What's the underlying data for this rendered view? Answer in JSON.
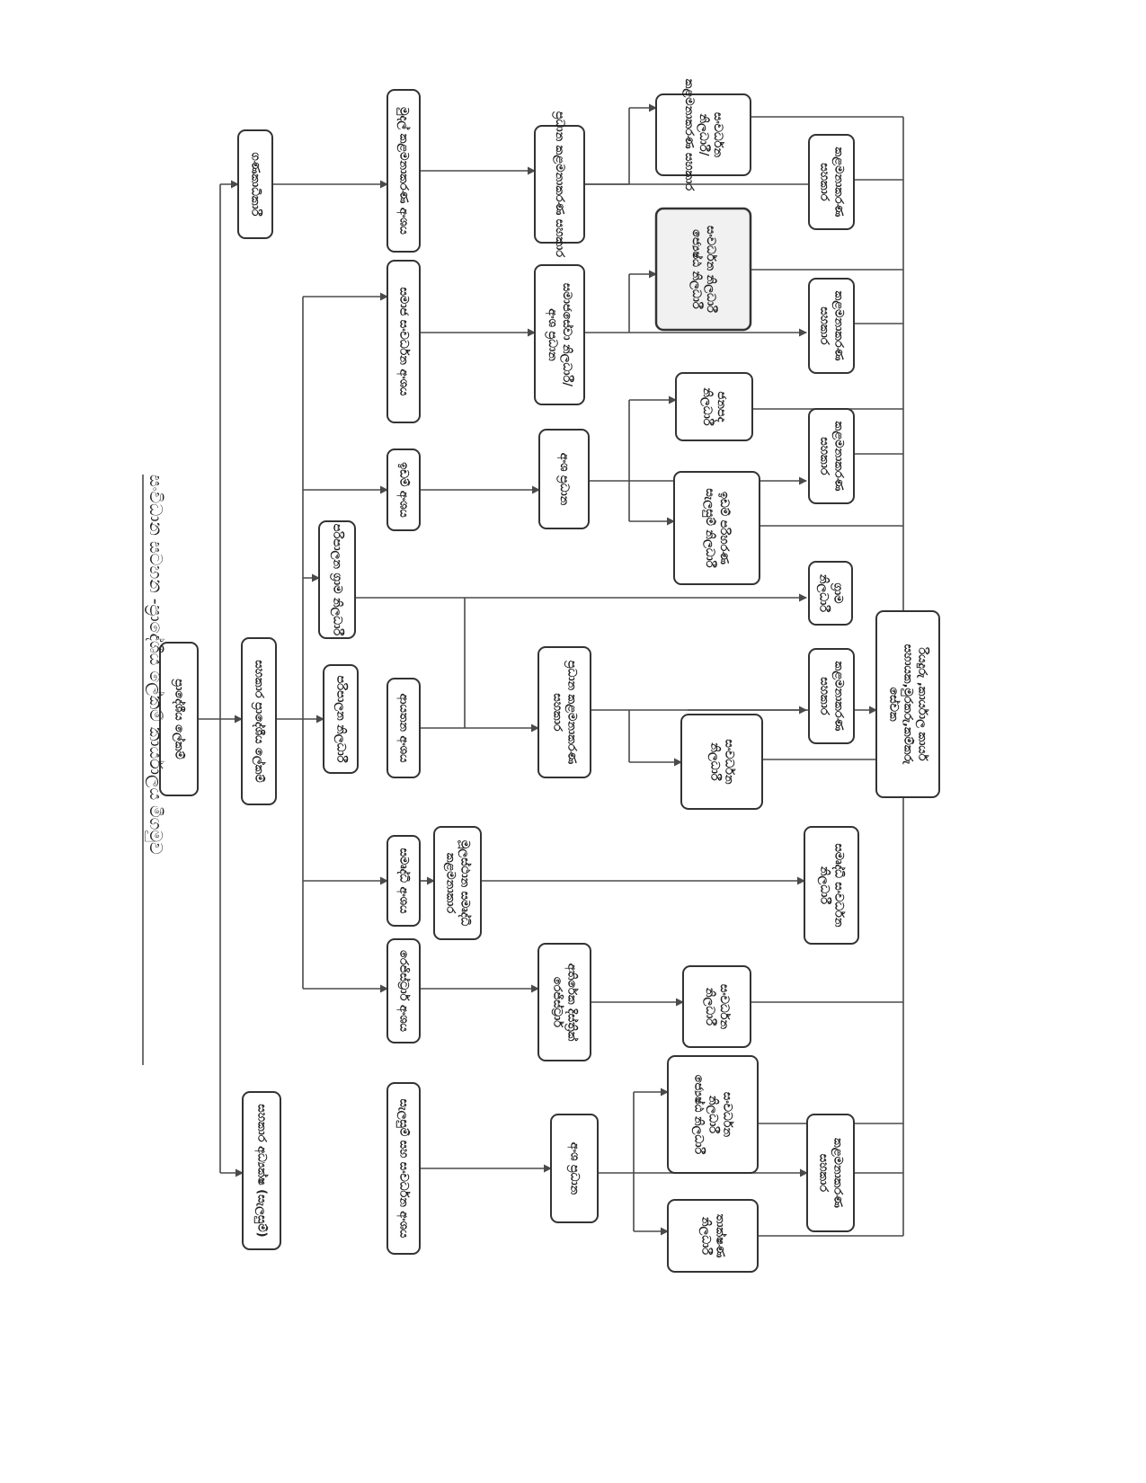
{
  "diagram": {
    "title": "සංවිධාන සටහන -ප්‍රාදේශීය ලේකම් කාර්යාලය මීගමුව",
    "nodes": [
      {
        "id": "n1",
        "text": [
          "ප්‍රාදේශීය ලේකම්"
        ]
      },
      {
        "id": "n2",
        "text": [
          "ගණකාධිකාරී"
        ]
      },
      {
        "id": "n3",
        "text": [
          "සහකාර ප්‍රාදේශීය ලේකම්"
        ]
      },
      {
        "id": "n4",
        "text": [
          "සහකාර අධ්‍යක්ෂ (සැලසුම්)"
        ]
      },
      {
        "id": "n5",
        "text": [
          "මුදල් කළමනාකරණ අංශය"
        ]
      },
      {
        "id": "n6",
        "text": [
          "ප්‍රධාන කළමනාකරණ සහකාර"
        ]
      },
      {
        "id": "n7",
        "text": [
          "සංවර්ධන",
          "නිලධාරී/",
          "කළමනාකරණ සහකාර"
        ]
      },
      {
        "id": "n8",
        "text": [
          "කළමනාකරණ",
          "සහකාර"
        ]
      },
      {
        "id": "n9",
        "text": [
          "සමාජ සංවර්ධන අංශය"
        ]
      },
      {
        "id": "n10",
        "text": [
          "සමාජසේවා නිලධාරී/",
          "අංශ ප්‍රධාන"
        ]
      },
      {
        "id": "n11",
        "text": [
          "සංවර්ධන නිලධාරී",
          "ජ්‍යෙෂ්ඨ නිලධාරී"
        ]
      },
      {
        "id": "n12",
        "text": [
          "කළමනාකරණ",
          "සහකාර"
        ]
      },
      {
        "id": "n13",
        "text": [
          "ඉඩම් අංශය"
        ]
      },
      {
        "id": "n14",
        "text": [
          "අංශ ප්‍රධාන"
        ]
      },
      {
        "id": "n15",
        "text": [
          "ජනපද",
          "නිලධාරී"
        ]
      },
      {
        "id": "n16",
        "text": [
          "කළමනාකරණ",
          "සහකාර"
        ]
      },
      {
        "id": "n17",
        "text": [
          "ඉඩම් පරිහරණ",
          "සැලසුම් නිලධාරී"
        ]
      },
      {
        "id": "n18",
        "text": [
          "පරිපාලන ග්‍රාම නිලධාරී"
        ]
      },
      {
        "id": "n19",
        "text": [
          "ග්‍රාම",
          "නිලධාරී"
        ]
      },
      {
        "id": "n20",
        "text": [
          "පරිපාලන නිලධාරී"
        ]
      },
      {
        "id": "n21",
        "text": [
          "ආයතන අංශය"
        ]
      },
      {
        "id": "n22",
        "text": [
          "ප්‍රධාන කළමනාකරණ",
          "සහකාර"
        ]
      },
      {
        "id": "n23",
        "text": [
          "කළමනාකරණ",
          "සහකාර"
        ]
      },
      {
        "id": "n24",
        "text": [
          "සංවර්ධන",
          "නිලධාරී"
        ]
      },
      {
        "id": "n25",
        "text": [
          "රියදුරු ,කාර්යාල කාර්ය",
          "සහායක,මුරකරු,කම්කරු",
          "සේවක"
        ]
      },
      {
        "id": "n26",
        "text": [
          "සමෘද්ධි අංශය"
        ]
      },
      {
        "id": "n27",
        "text": [
          "මූලස්ථාන සමෘද්ධි",
          "කළමනාකාර"
        ]
      },
      {
        "id": "n28",
        "text": [
          "සමෘද්ධි සංවර්ධන",
          "නිලධාරී"
        ]
      },
      {
        "id": "n29",
        "text": [
          "රෙජිස්ට්‍රාර් අංශය"
        ]
      },
      {
        "id": "n30",
        "text": [
          "අතිරේක දිස්ත්‍රික්",
          "රෙජිස්ට්‍රාර්"
        ]
      },
      {
        "id": "n31",
        "text": [
          "සංවර්ධන",
          "නිලධාරී"
        ]
      },
      {
        "id": "n32",
        "text": [
          "සැලසුම් සහ සංවර්ධන අංශය"
        ]
      },
      {
        "id": "n33",
        "text": [
          "අංශ ප්‍රධාන"
        ]
      },
      {
        "id": "n34",
        "text": [
          "සංවර්ධන",
          "නිලධාරී",
          "ජ්‍යෙෂ්ඨ නිලධාරී"
        ]
      },
      {
        "id": "n35",
        "text": [
          "කළමනාකරණ",
          "සහකාර"
        ]
      },
      {
        "id": "n36",
        "text": [
          "තාක්ෂණ",
          "නිලධාරී"
        ]
      }
    ]
  }
}
